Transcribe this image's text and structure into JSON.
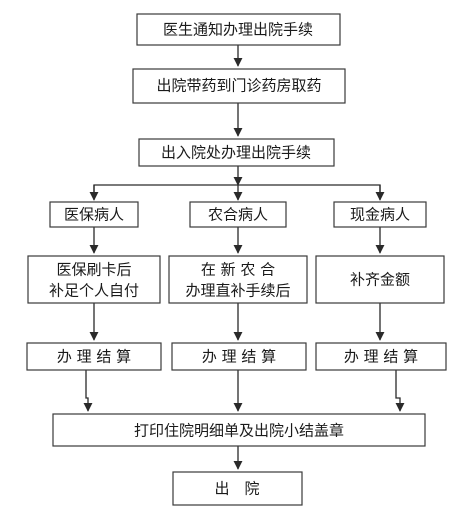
{
  "diagram": {
    "nodes": {
      "notify": "医生通知办理出院手续",
      "medicine": "出院带药到门诊药房取药",
      "admission_office": "出入院处办理出院手续",
      "insurance_patient": "医保病人",
      "rural_patient": "农合病人",
      "cash_patient": "现金病人",
      "insurance_step": [
        "医保刷卡后",
        "补足个人自付"
      ],
      "rural_step": [
        "在 新 农 合",
        "办理直补手续后"
      ],
      "cash_step": "补齐金额",
      "settle_left": "办 理 结 算",
      "settle_mid": "办 理 结 算",
      "settle_right": "办 理 结 算",
      "print": "打印住院明细单及出院小结盖章",
      "discharge": "出　院"
    }
  }
}
